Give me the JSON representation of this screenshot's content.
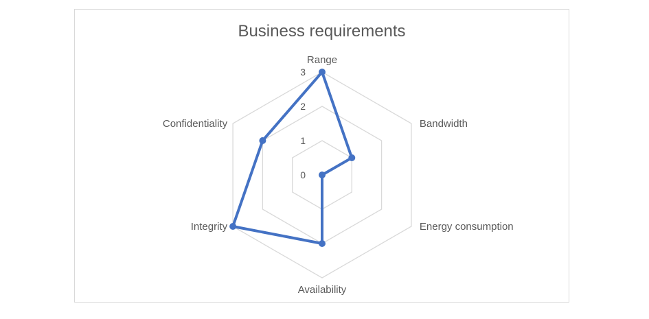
{
  "chart_data": {
    "type": "radar",
    "title": "Business requirements",
    "categories": [
      "Range",
      "Bandwidth",
      "Energy consumption",
      "Availability",
      "Integrity",
      "Confidentiality"
    ],
    "series": [
      {
        "values": [
          3,
          1,
          0,
          2,
          3,
          2
        ]
      }
    ],
    "rlim": [
      0,
      3
    ],
    "ticks": [
      "0",
      "1",
      "2",
      "3"
    ],
    "grid": true,
    "legend": "none",
    "colors": {
      "series": "#4472c4",
      "grid": "#d9d9d9",
      "text": "#595959"
    }
  }
}
